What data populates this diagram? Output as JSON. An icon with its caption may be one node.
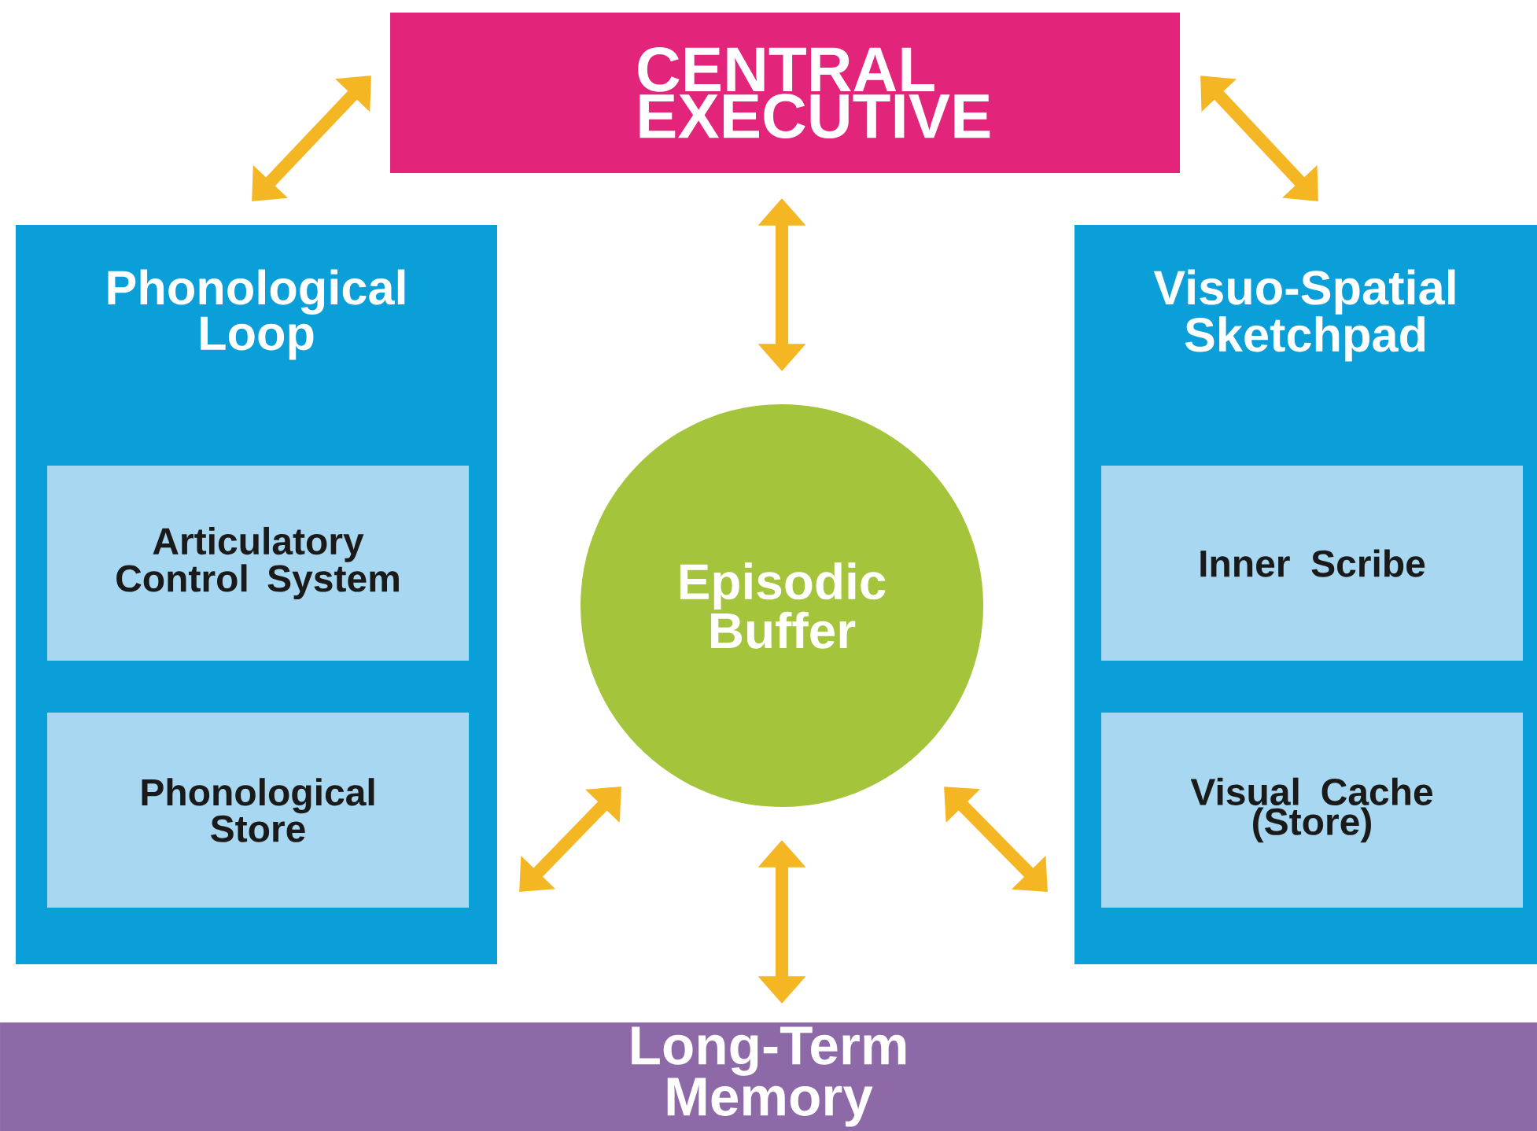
{
  "diagram": {
    "nodes": [
      {
        "text": [
          "CENTRAL EXECUTIVE"
        ]
      },
      {
        "text": [
          "Phonological Loop"
        ]
      },
      {
        "text": [
          "Articulatory Control System"
        ],
        "in": 1
      },
      {
        "text": [
          "Phonological Store"
        ],
        "in": 1
      },
      {
        "text": [
          "Visuo-Spatial Sketchpad"
        ]
      },
      {
        "text": [
          "Inner Scribe"
        ],
        "in": 4
      },
      {
        "text": [
          "Visual Cache (Store)"
        ],
        "in": 4
      },
      {
        "text": [
          "Episodic Buffer"
        ]
      },
      {
        "text": [
          "Long-Term Memory"
        ]
      }
    ],
    "edges": [
      {
        "from": 0,
        "to": 1,
        "arrow": "both"
      },
      {
        "from": 0,
        "to": 4,
        "arrow": "both"
      },
      {
        "from": 0,
        "to": 7,
        "arrow": "both"
      },
      {
        "from": 7,
        "to": 1,
        "arrow": "both"
      },
      {
        "from": 7,
        "to": 4,
        "arrow": "both"
      },
      {
        "from": 7,
        "to": 8,
        "arrow": "both"
      }
    ]
  }
}
